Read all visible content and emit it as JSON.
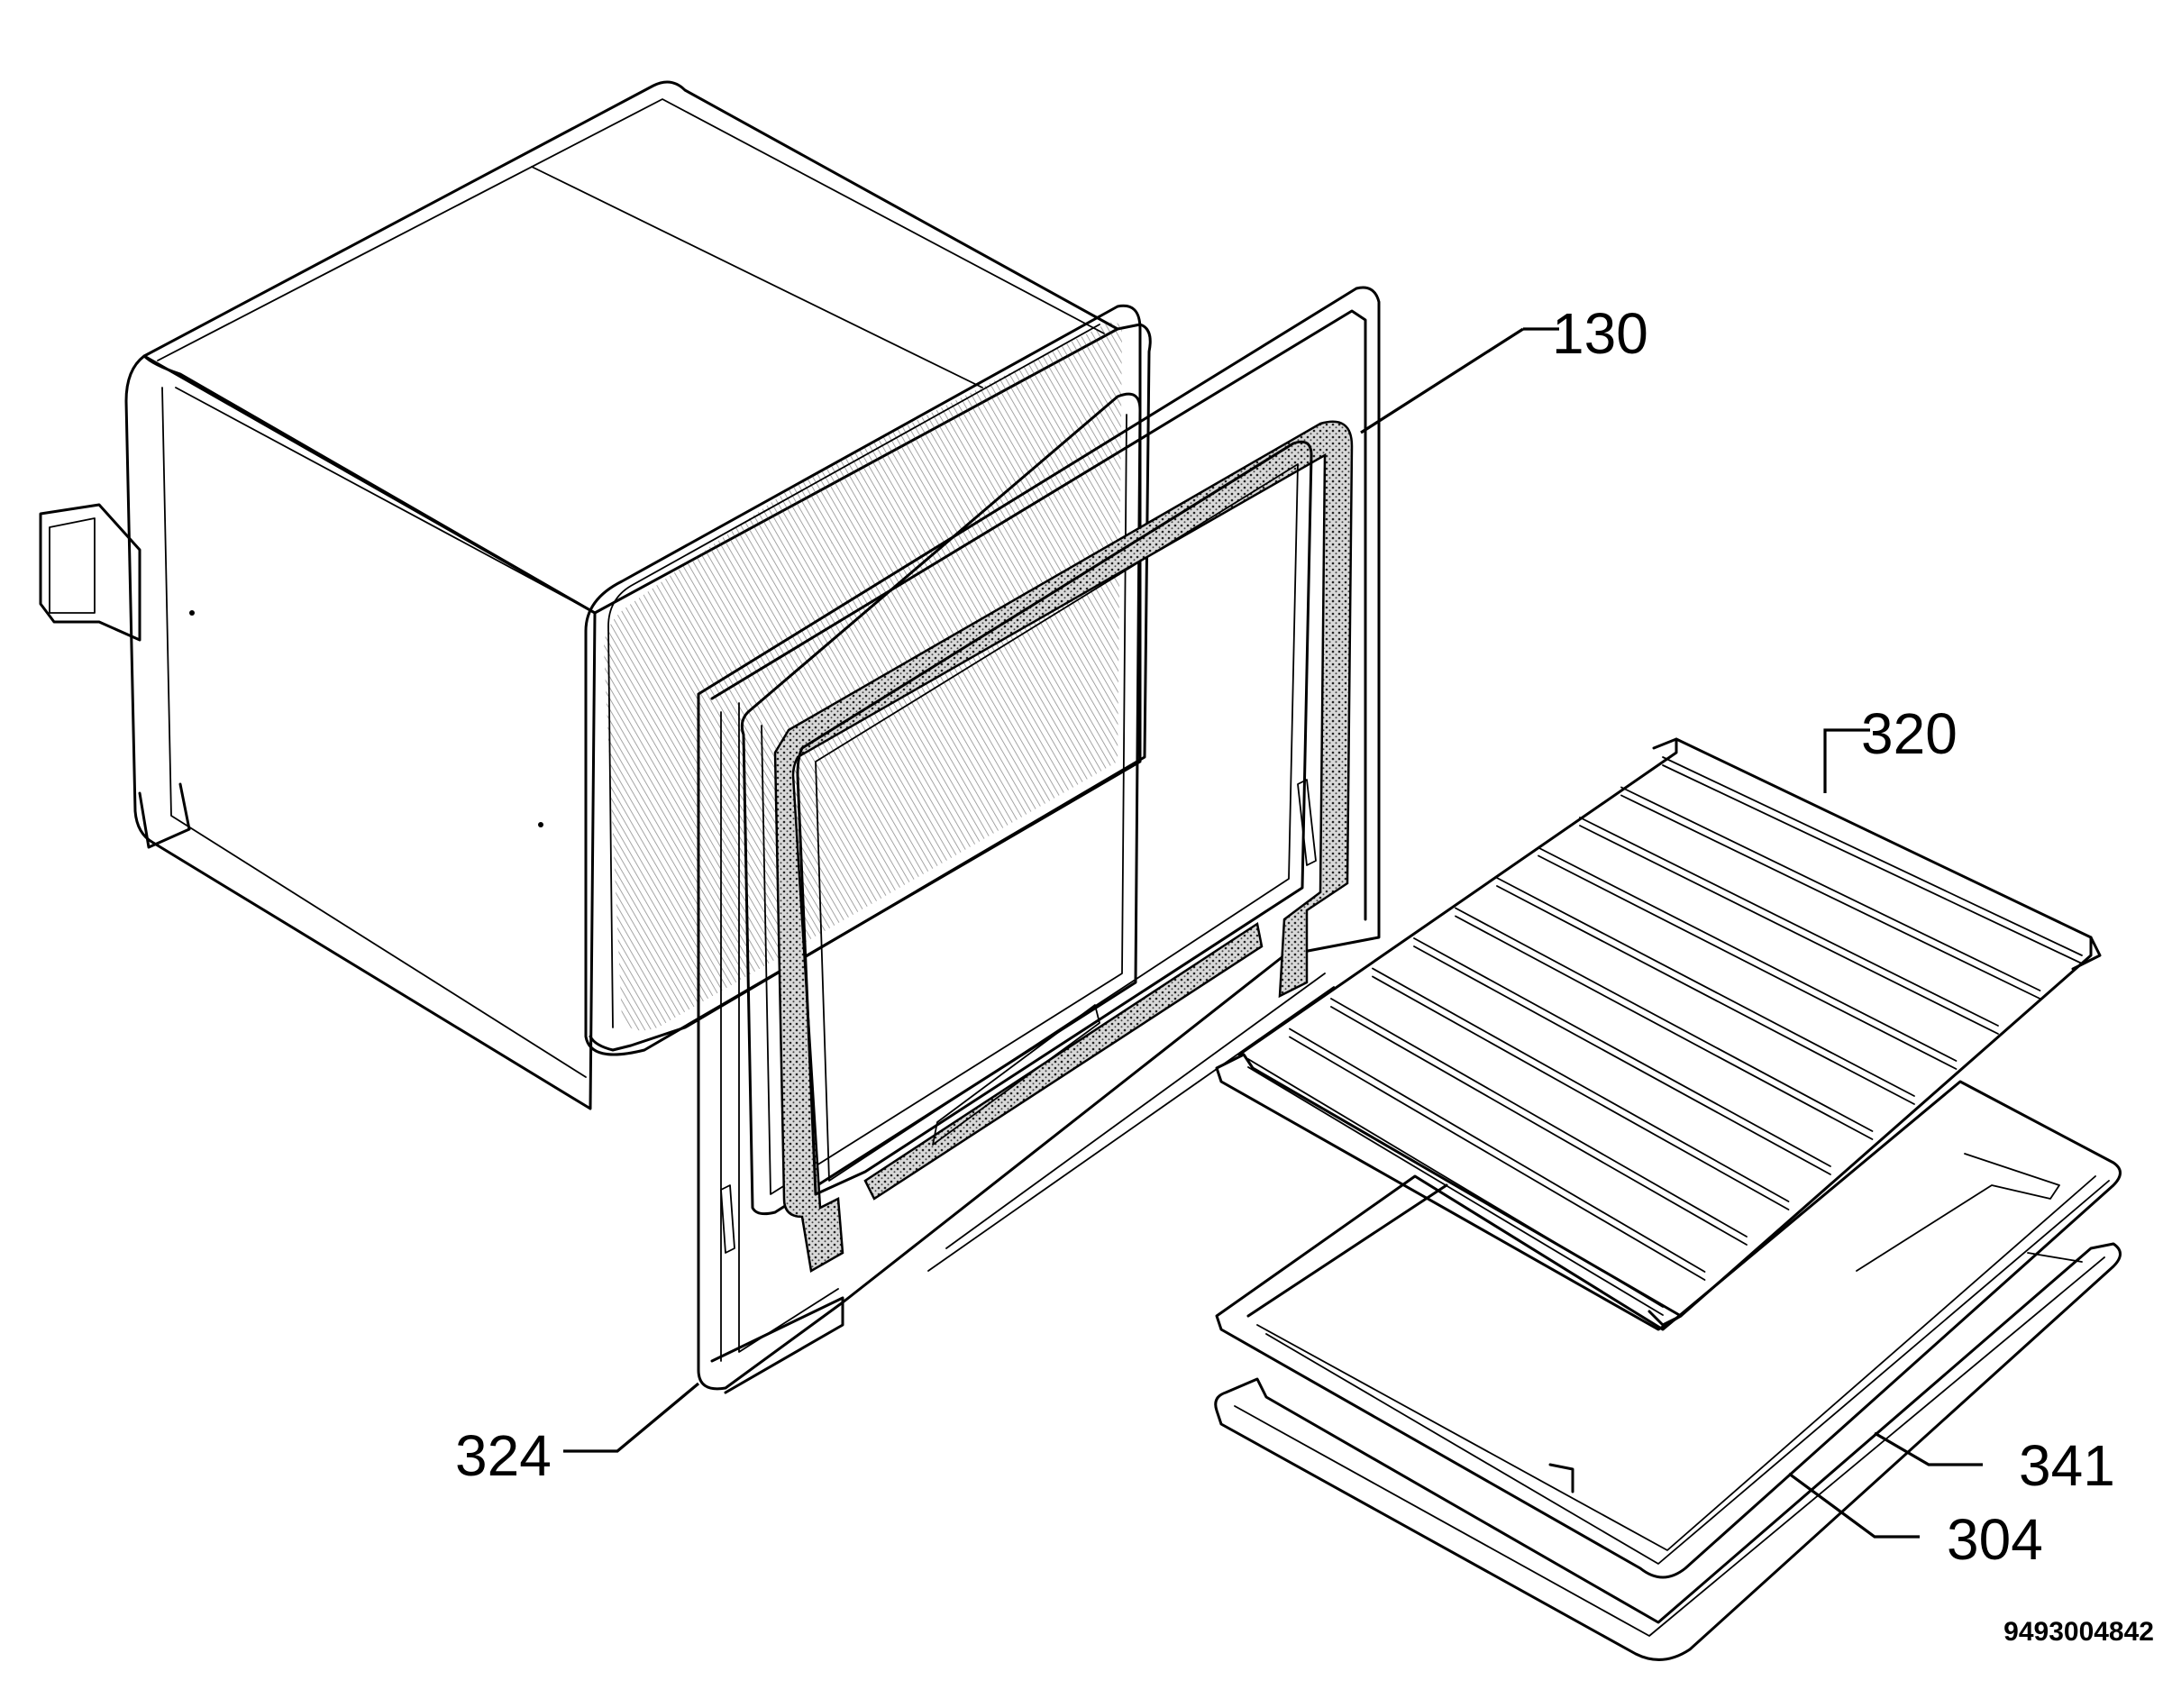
{
  "callouts": {
    "door_seal": "130",
    "shelf_rack": "320",
    "front_frame": "324",
    "baking_tray": "341",
    "drip_pan": "304"
  },
  "document_number": "9493004842"
}
